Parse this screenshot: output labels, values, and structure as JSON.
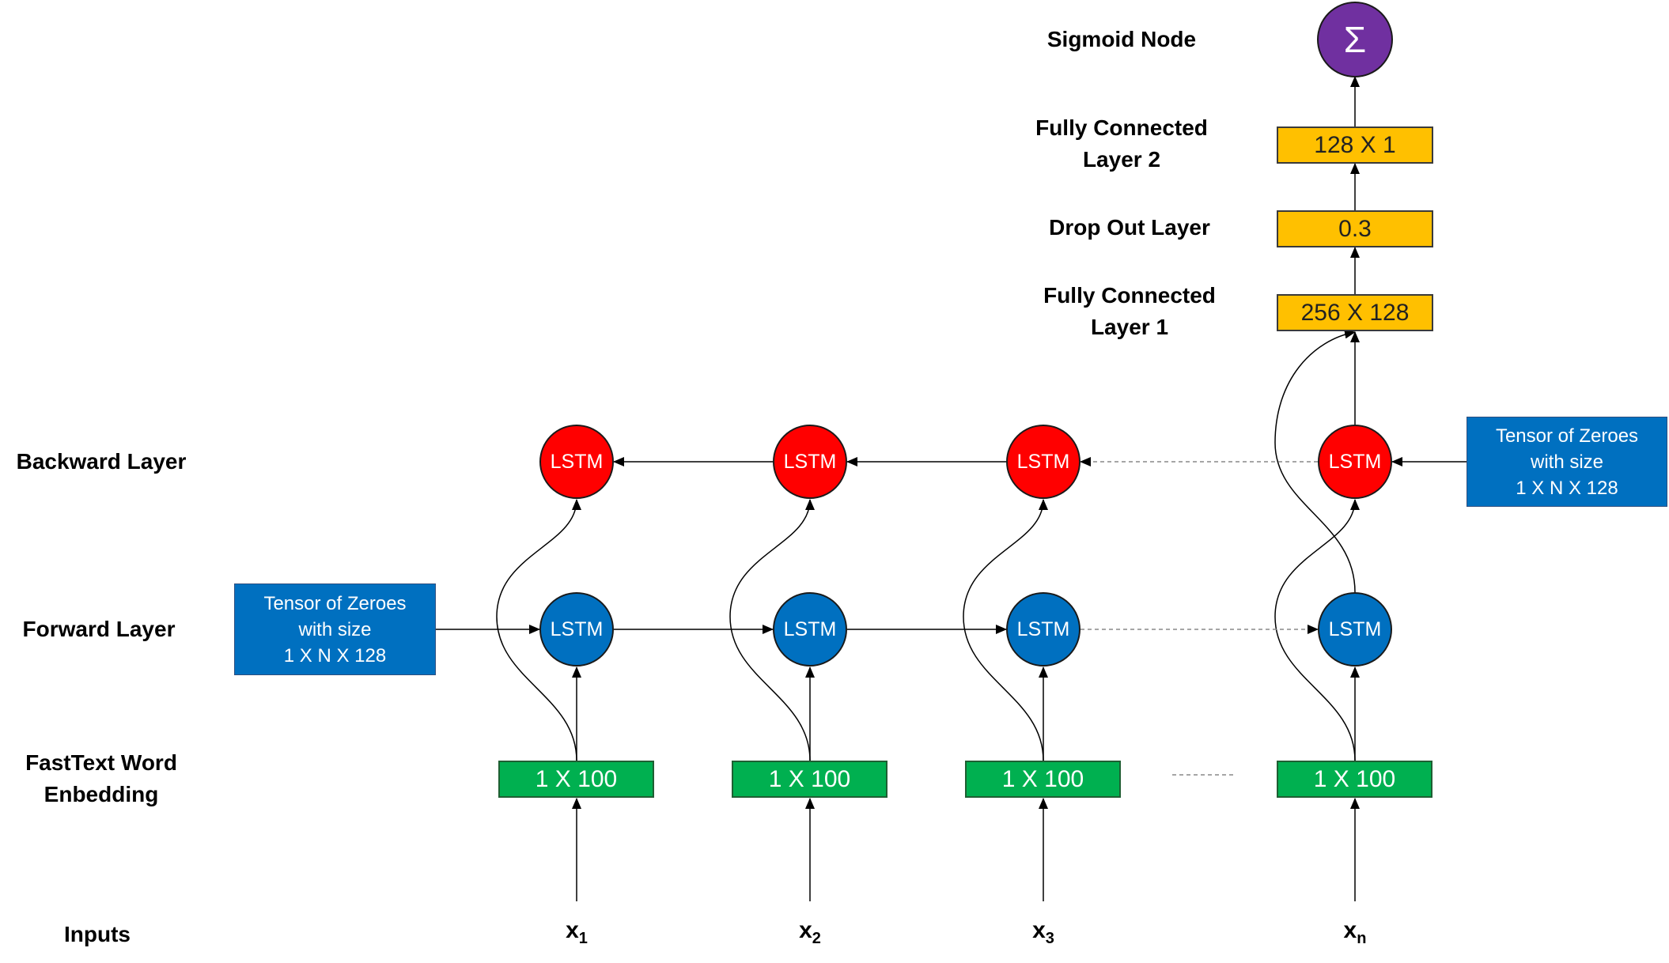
{
  "row_labels": {
    "sigmoid": "Sigmoid Node",
    "fc2_line1": "Fully Connected",
    "fc2_line2": "Layer 2",
    "dropout": "Drop Out Layer",
    "fc1_line1": "Fully Connected",
    "fc1_line2": "Layer 1",
    "backward": "Backward Layer",
    "forward": "Forward Layer",
    "embedding_line1": "FastText Word",
    "embedding_line2": "Enbedding",
    "inputs": "Inputs"
  },
  "nodes": {
    "lstm_label": "LSTM",
    "sigmoid_symbol": "Σ"
  },
  "head": {
    "fc2": "128 X 1",
    "dropout": "0.3",
    "fc1": "256 X 128"
  },
  "columns": [
    {
      "embedding": "1 X 100",
      "input_base": "x",
      "input_sub": "1"
    },
    {
      "embedding": "1 X 100",
      "input_base": "x",
      "input_sub": "2"
    },
    {
      "embedding": "1 X 100",
      "input_base": "x",
      "input_sub": "3"
    },
    {
      "embedding": "1 X 100",
      "input_base": "x",
      "input_sub": "n"
    }
  ],
  "tensor_forward": {
    "line1": "Tensor of Zeroes",
    "line2": "with size",
    "line3": "1 X N X 128"
  },
  "tensor_backward": {
    "line1": "Tensor of Zeroes",
    "line2": "with size",
    "line3": "1 X N X 128"
  },
  "colors": {
    "forward_lstm": "#0070c0",
    "backward_lstm": "#ff0000",
    "embedding": "#00b050",
    "dense": "#ffc000",
    "sigmoid": "#7030a0",
    "tensor": "#0070c0"
  }
}
